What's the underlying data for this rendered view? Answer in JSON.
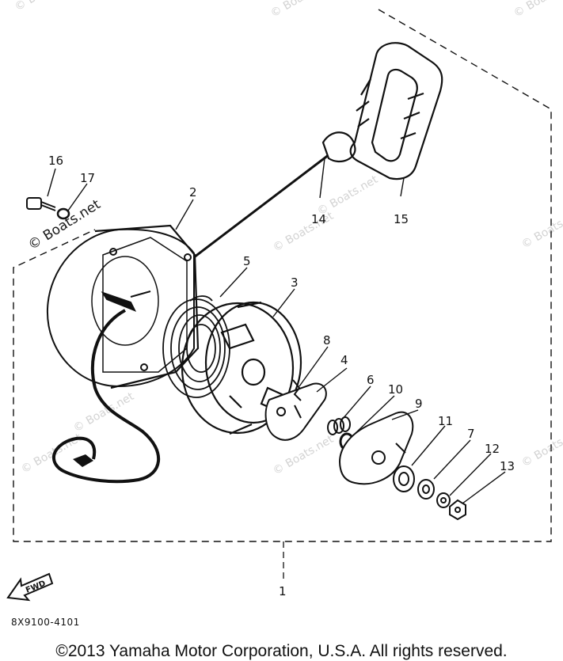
{
  "watermarks": [
    "© Boats.net",
    "© Boats.net",
    "© Boats.net",
    "© Boats.net",
    "© Boats.net",
    "© Boats.net",
    "© Boats.net",
    "© Boats.net",
    "© Boats.net",
    "© Boats.net"
  ],
  "watermark_dark": "© Boats.net",
  "callouts": [
    "1",
    "2",
    "3",
    "4",
    "5",
    "6",
    "7",
    "8",
    "9",
    "10",
    "11",
    "12",
    "13",
    "14",
    "15",
    "16",
    "17"
  ],
  "fwd_label": "FWD",
  "part_code": "8X9100-4101",
  "copyright": "©2013 Yamaha Motor Corporation, U.S.A. All rights reserved."
}
